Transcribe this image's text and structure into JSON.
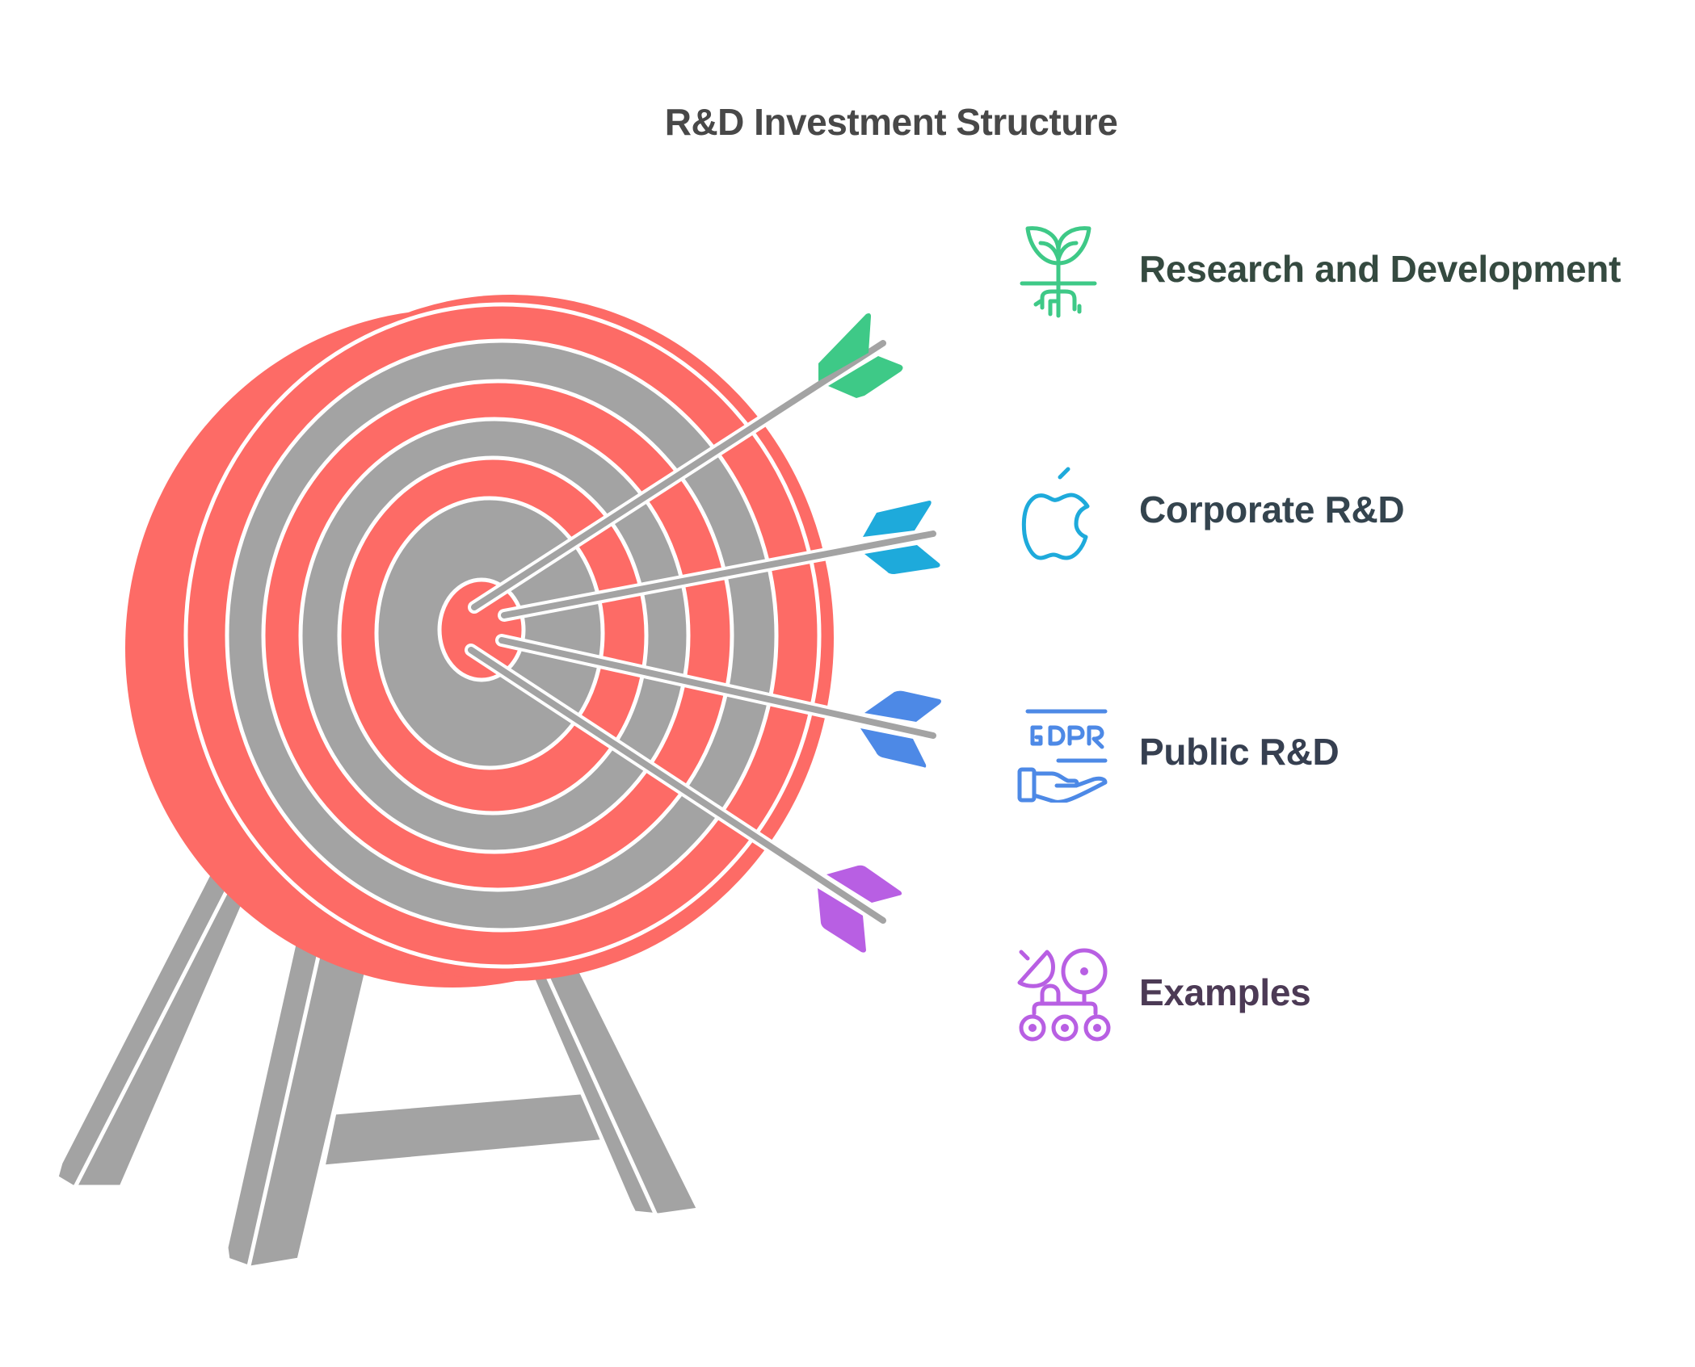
{
  "title": "R&D Investment Structure",
  "colors": {
    "title": "#484848",
    "target_red": "#fd6b66",
    "target_gray": "#a3a3a3",
    "background": "#ffffff"
  },
  "items": [
    {
      "label": "Research and Development",
      "icon": "sprout-with-roots-icon",
      "icon_color": "#3ec987",
      "text_color": "#354a40"
    },
    {
      "label": "Corporate R&D",
      "icon": "apple-icon",
      "icon_color": "#1eaadb",
      "text_color": "#34444e"
    },
    {
      "label": "Public R&D",
      "icon": "gdpr-hand-icon",
      "icon_color": "#4d89e6",
      "text_color": "#363f50"
    },
    {
      "label": "Examples",
      "icon": "space-rover-icon",
      "icon_color": "#b85fe3",
      "text_color": "#4c3a55"
    }
  ],
  "arrows": [
    {
      "target": "Research and Development",
      "fletching_color": "#3ec987"
    },
    {
      "target": "Corporate R&D",
      "fletching_color": "#1eaadb"
    },
    {
      "target": "Public R&D",
      "fletching_color": "#4d89e6"
    },
    {
      "target": "Examples",
      "fletching_color": "#b85fe3"
    }
  ]
}
